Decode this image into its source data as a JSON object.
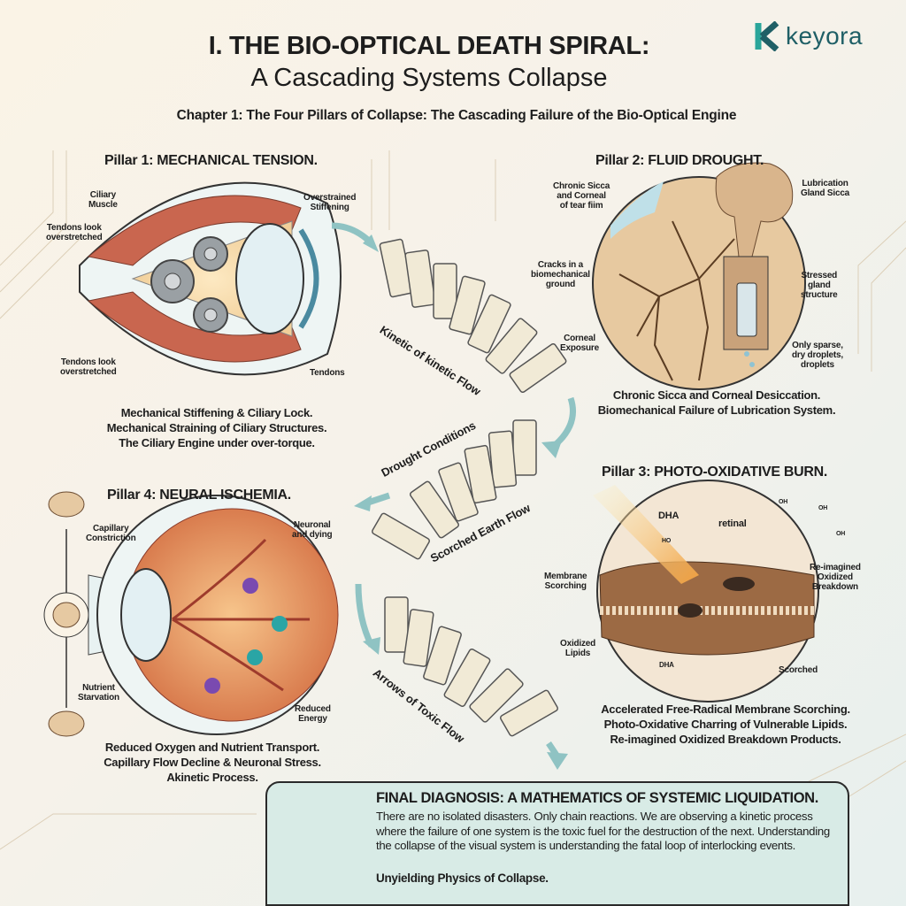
{
  "header": {
    "title_line1": "I. THE BIO-OPTICAL DEATH SPIRAL:",
    "title_line2": "A Cascading Systems Collapse",
    "chapter": "Chapter 1: The Four Pillars of Collapse: The Cascading Failure of the Bio-Optical Engine"
  },
  "logo": {
    "text": "keyora",
    "color": "#2aa59a"
  },
  "pillar1": {
    "title": "Pillar 1: MECHANICAL TENSION.",
    "labels": [
      "Ciliary\nMuscle",
      "Tendons look\noverstretched",
      "Overstrained\nStiffening",
      "Tendons look\noverstretched",
      "Tendons"
    ],
    "caption": [
      "Mechanical Stiffening & Ciliary Lock.",
      "Mechanical Straining of Ciliary Structures.",
      "The Ciliary Engine under over-torque."
    ]
  },
  "pillar2": {
    "title": "Pillar 2: FLUID DROUGHT.",
    "labels": [
      "Chronic Sicca\nand Corneal\nof tear fiim",
      "Lubrication\nGland Sicca",
      "Cracks in a\nbiomechanical\nground",
      "Stressed\ngland\nstructure",
      "Corneal\nExposure",
      "Only sparse,\ndry droplets,\ndroplets"
    ],
    "caption": [
      "Chronic Sicca and Corneal Desiccation.",
      "Biomechanical Failure of Lubrication System."
    ]
  },
  "pillar3": {
    "title": "Pillar 3: PHOTO-OXIDATIVE BURN.",
    "molecules": [
      "DHA",
      "retinal",
      "HO",
      "OH",
      "OH",
      "OH",
      "DHA"
    ],
    "labels": [
      "Membrane\nScorching",
      "Re-imagined\nOxidized\nBreakdown",
      "Oxidized\nLipids",
      "Scorched"
    ],
    "caption": [
      "Accelerated Free-Radical Membrane Scorching.",
      "Photo-Oxidative Charring of Vulnerable Lipids.",
      "Re-imagined Oxidized Breakdown Products."
    ]
  },
  "pillar4": {
    "title": "Pillar 4: NEURAL ISCHEMIA.",
    "labels": [
      "Capillary\nConstriction",
      "Neuronal\nand dying",
      "Nutrient\nStarvation",
      "Reduced\nEnergy"
    ],
    "caption": [
      "Reduced Oxygen and Nutrient Transport.",
      "Capillary Flow Decline & Neuronal Stress.",
      "Akinetic Process."
    ]
  },
  "flows": {
    "flow1": "Kinetic of kinetic Flow",
    "flow2a": "Drought Conditions",
    "flow2b": "Scorched Earth Flow",
    "flow3": "Arrows of Toxic Flow"
  },
  "final": {
    "title": "FINAL DIAGNOSIS: A MATHEMATICS OF SYSTEMIC LIQUIDATION.",
    "body": "There are no isolated disasters. Only chain reactions. We are observing a kinetic process where the failure of one system is the toxic fuel for the destruction of the next. Understanding the collapse of the visual system is understanding the fatal loop of interlocking events.",
    "tagline": "Unyielding Physics of Collapse."
  },
  "colors": {
    "accent": "#2aa59a",
    "arrow": "#8fc3c3",
    "muscle": "#c9664f",
    "sand": "#e7c9a0",
    "box": "#d8ebe6"
  }
}
